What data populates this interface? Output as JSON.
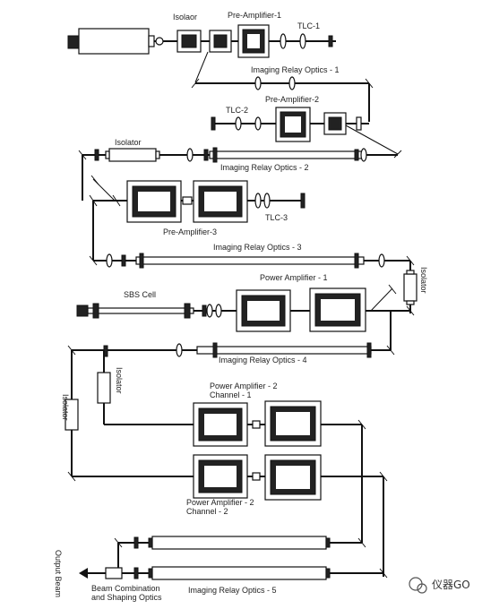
{
  "labels": {
    "isolator_top": "Isolaor",
    "pre_amp_1": "Pre-Amplifier-1",
    "tlc_1": "TLC-1",
    "imaging_relay_1": "Imaging Relay Optics - 1",
    "pre_amp_2": "Pre-Amplifier-2",
    "tlc_2": "TLC-2",
    "isolator_2": "Isolator",
    "imaging_relay_2": "Imaging Relay Optics - 2",
    "tlc_3": "TLC-3",
    "pre_amp_3": "Pre-Amplifier-3",
    "imaging_relay_3": "Imaging Relay Optics - 3",
    "isolator_3": "Isolator",
    "power_amp_1": "Power Amplifier - 1",
    "sbs_cell": "SBS Cell",
    "imaging_relay_4": "Imaging Relay Optics - 4",
    "isolator_4": "Isolator",
    "isolator_5": "Isolator",
    "power_amp_2_ch1_a": "Power Amplifier - 2",
    "power_amp_2_ch1_b": "Channel - 1",
    "power_amp_2_ch2_a": "Power Amplifier - 2",
    "power_amp_2_ch2_b": "Channel - 2",
    "output_beam": "Output Beam",
    "beam_comb_a": "Beam Combination",
    "beam_comb_b": "and Shaping Optics",
    "imaging_relay_5": "Imaging Relay Optics - 5"
  },
  "watermark": {
    "text": "仪器GO",
    "icon": "wechat-icon"
  }
}
